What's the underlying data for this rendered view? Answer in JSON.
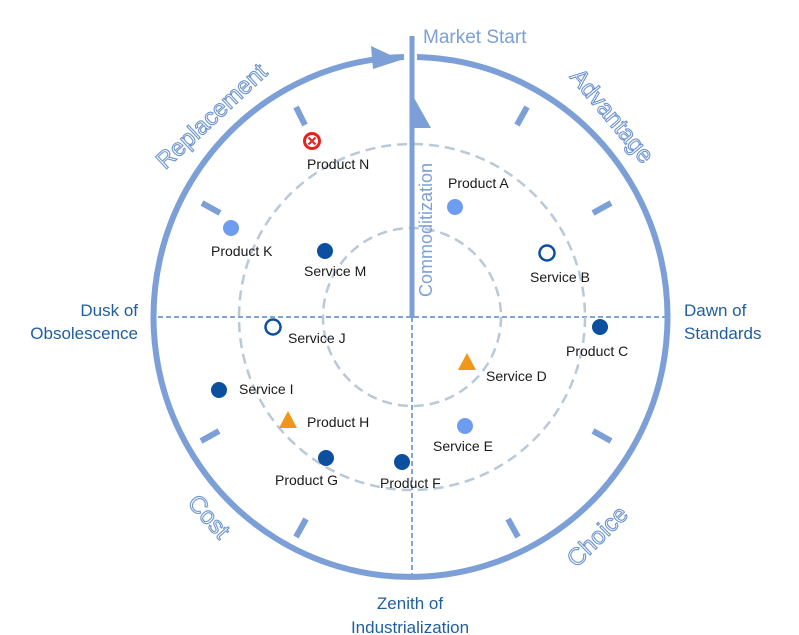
{
  "colors": {
    "ring": "#7b9fd6",
    "dashed": "#b9c9d8",
    "quadrant_line": "#5b86c9",
    "axis_text": "#1f5fa0",
    "dark_blue": "#0b4f9e",
    "light_blue": "#6e9cf0",
    "orange": "#f0961a",
    "red": "#e8231d"
  },
  "top_label": "Market Start",
  "vertical_axis_label": "Commoditization",
  "side_labels": {
    "right_line1": "Dawn of",
    "right_line2": "Standards",
    "left_line1": "Dusk of",
    "left_line2": "Obsolescence",
    "bottom_line1": "Zenith of",
    "bottom_line2": "Industrialization"
  },
  "phase_labels": {
    "advantage": "Advantage",
    "replacement": "Replacement",
    "cost": "Cost",
    "choice": "Choice"
  },
  "items": [
    {
      "label": "Product N",
      "marker": "red-x-circle"
    },
    {
      "label": "Product A",
      "marker": "light-blue-dot"
    },
    {
      "label": "Product K",
      "marker": "light-blue-dot"
    },
    {
      "label": "Service M",
      "marker": "dark-blue-dot"
    },
    {
      "label": "Service B",
      "marker": "hollow-circle"
    },
    {
      "label": "Service J",
      "marker": "hollow-circle"
    },
    {
      "label": "Product C",
      "marker": "dark-blue-dot"
    },
    {
      "label": "Service D",
      "marker": "orange-triangle"
    },
    {
      "label": "Service I",
      "marker": "dark-blue-dot"
    },
    {
      "label": "Product H",
      "marker": "orange-triangle"
    },
    {
      "label": "Service E",
      "marker": "light-blue-dot"
    },
    {
      "label": "Product G",
      "marker": "dark-blue-dot"
    },
    {
      "label": "Product F",
      "marker": "dark-blue-dot"
    }
  ]
}
